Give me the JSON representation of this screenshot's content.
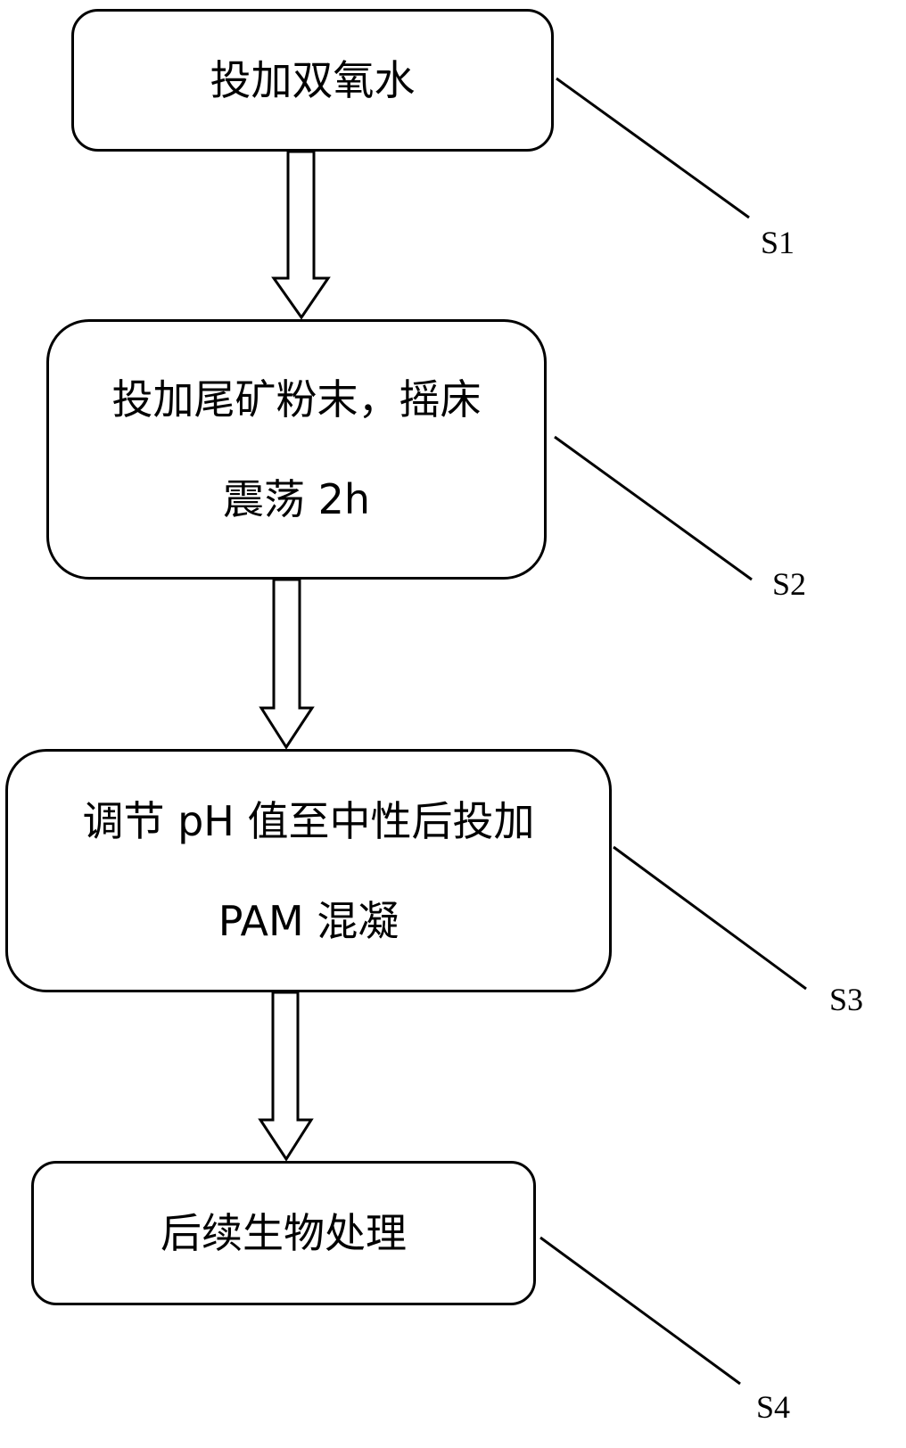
{
  "steps": [
    {
      "id": "S1",
      "lines": [
        "投加双氧水"
      ]
    },
    {
      "id": "S2",
      "lines": [
        "投加尾矿粉末，摇床",
        "震荡 2h"
      ]
    },
    {
      "id": "S3",
      "lines": [
        "调节 pH 值至中性后投加",
        "PAM 混凝"
      ]
    },
    {
      "id": "S4",
      "lines": [
        "后续生物处理"
      ]
    }
  ],
  "colors": {
    "stroke": "#000000",
    "background": "#ffffff"
  }
}
